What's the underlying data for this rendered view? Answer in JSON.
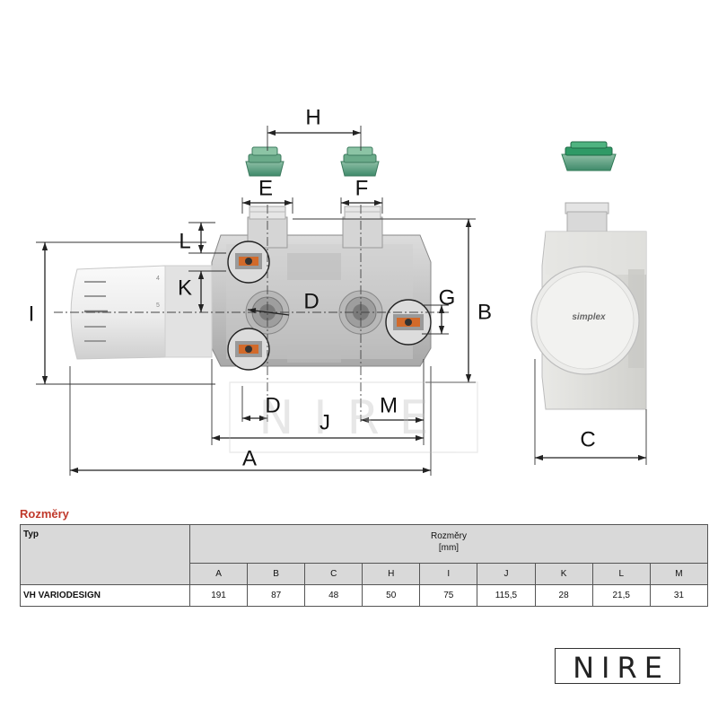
{
  "drawing": {
    "labels": {
      "A": "A",
      "B": "B",
      "C": "C",
      "D_top": "D",
      "D_bottom": "D",
      "E": "E",
      "F": "F",
      "G": "G",
      "H": "H",
      "I": "I",
      "J": "J",
      "K": "K",
      "L": "L",
      "M": "M"
    },
    "brand_label": "simplex",
    "watermark": "NIRE",
    "thermostat_marks": [
      "4",
      "5"
    ]
  },
  "section_title": "Rozměry",
  "table": {
    "type_header": "Typ",
    "group_header_line1": "Rozměry",
    "group_header_line2": "[mm]",
    "columns": [
      "A",
      "B",
      "C",
      "H",
      "I",
      "J",
      "K",
      "L",
      "M"
    ],
    "rows": [
      {
        "name": "VH VARIODESIGN",
        "values": [
          "191",
          "87",
          "48",
          "50",
          "75",
          "115,5",
          "28",
          "21,5",
          "31"
        ]
      }
    ]
  },
  "logo": {
    "text": "NIRE"
  }
}
